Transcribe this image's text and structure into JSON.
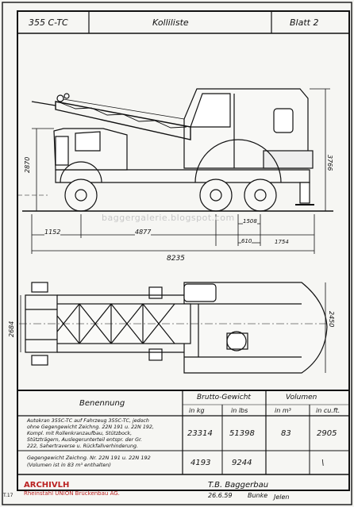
{
  "header": {
    "model": "355 C-TC",
    "title": "Kolliliste",
    "sheet": "Blatt 2"
  },
  "dimensions": {
    "side": {
      "front_overhang": "1152",
      "wheelbase": "4877",
      "axle_group": "1508",
      "tandem_offset": "610",
      "rear_overhang": "1754",
      "overall_length": "8235",
      "cab_height": "2870",
      "overall_height": "3766"
    },
    "plan": {
      "chassis_width": "2684",
      "superstructure_width": "2450"
    }
  },
  "watermark": "baggergalerie.blogspot.com",
  "table": {
    "headers": {
      "designation": "Benennung",
      "gross_weight": "Brutto-Gewicht",
      "volume": "Volumen",
      "kg": "in kg",
      "lbs": "in lbs",
      "m3": "in m³",
      "cuft": "in cu.ft."
    },
    "rows": [
      {
        "lines": [
          "Autokran 355C-TC auf Fahrzeug 355C-TC, jedoch",
          "ohne Gegengewicht Zeichng. 22N 191 u. 22N 192,",
          "Kompl. mit Rollenkranzaufbau, Stützbock,",
          "Stützträgern, Auslegerunterteil entspr. der Gr.",
          "222, Sahertraverse u. Rückfallverhinderung."
        ],
        "kg": "23314",
        "lbs": "51398",
        "m3": "83",
        "cuft": "2905"
      },
      {
        "lines": [
          "Gegengewicht Zeichng. Nr. 22N 191 u. 22N 192",
          "(Volumen ist in 83 m³ enthalten)"
        ],
        "kg": "4193",
        "lbs": "9244",
        "m3": "",
        "cuft": "\\"
      }
    ]
  },
  "footer": {
    "archive": "ARCHIVLH",
    "company": "Rheinstahl UNION Brückenbau AG.",
    "code": "T.17",
    "department": "T.B. Baggerbau",
    "date": "26.6.59",
    "signature": "Bunke",
    "signature2": "Jelen"
  }
}
